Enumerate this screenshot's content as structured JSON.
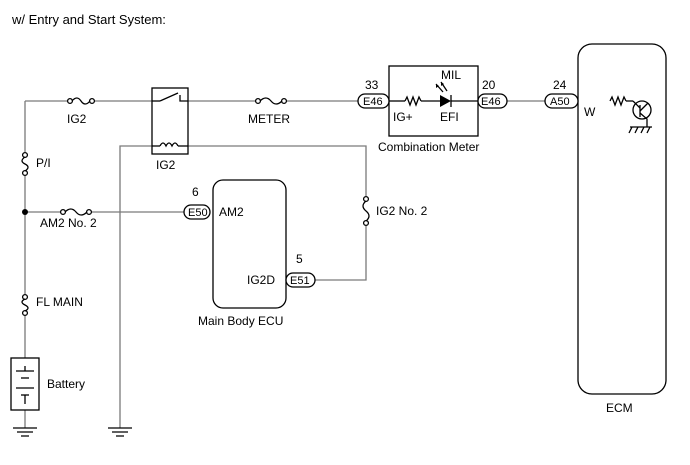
{
  "title": "w/ Entry and Start System:",
  "fuses": {
    "ig2": "IG2",
    "meter": "METER",
    "pi": "P/I",
    "am2_no2": "AM2 No. 2",
    "fl_main": "FL MAIN",
    "ig2_no2": "IG2 No. 2"
  },
  "relay": {
    "label": "IG2"
  },
  "battery": {
    "label": "Battery"
  },
  "combination_meter": {
    "label": "Combination Meter",
    "pin_in_number": "33",
    "pin_in_connector": "E46",
    "pin_in_name": "IG+",
    "pin_out_number": "20",
    "pin_out_connector": "E46",
    "mil_label": "MIL",
    "efi_label": "EFI"
  },
  "main_body_ecu": {
    "label": "Main Body ECU",
    "am2_pin_number": "6",
    "am2_connector": "E50",
    "am2_pin_name": "AM2",
    "ig2d_pin_number": "5",
    "ig2d_connector": "E51",
    "ig2d_pin_name": "IG2D"
  },
  "ecm": {
    "label": "ECM",
    "pin_number": "24",
    "connector": "A50",
    "pin_name": "W"
  }
}
